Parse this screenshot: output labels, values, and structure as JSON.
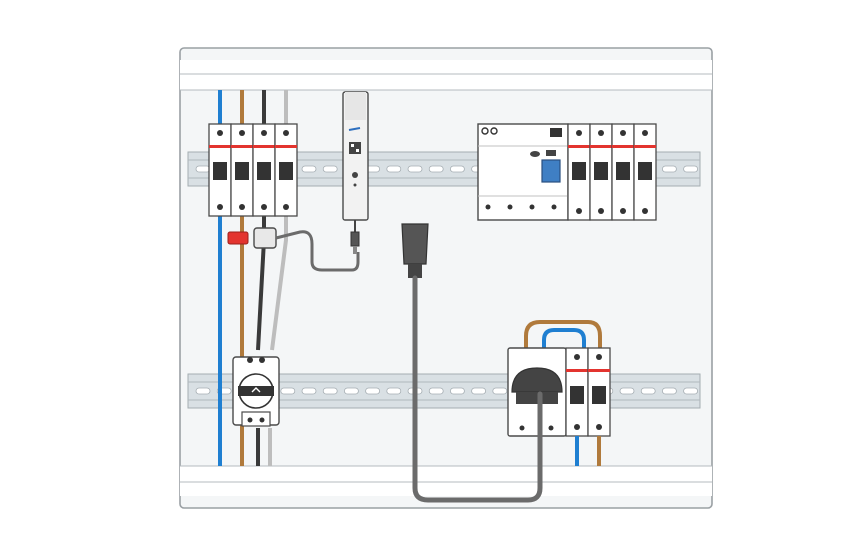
{
  "colors": {
    "enclosure_fill": "#f4f6f7",
    "enclosure_stroke": "#9aa0a4",
    "rail_fill": "#d9e0e4",
    "rail_slot": "#ffffff",
    "breaker_fill": "#ffffff",
    "breaker_stroke": "#4a4a4a",
    "trip_red": "#e3342f",
    "wire_blue": "#1f7fd1",
    "wire_brown": "#b07a3c",
    "wire_black": "#3a3a3a",
    "wire_grey": "#bdbdbd",
    "cable_dark_grey": "#6b6b6b",
    "test_button_blue": "#3f7fc4",
    "clamp_red": "#e3342f"
  },
  "components": {
    "enclosure": "distribution-board",
    "top_rail": "din-rail",
    "bottom_rail": "din-rail",
    "main_breaker": "4-pole-mcb",
    "energy_meter": "din-energy-monitor",
    "rcd_block": "rcbo-with-4-mcb",
    "isolator": "rotary-isolator-switch",
    "socket_breaker": "2-pole-mcb",
    "din_socket": "din-rail-socket",
    "power_plug": "iec-plug-cable",
    "sensor_jack": "3.5mm-jack",
    "ct_clamp": "current-clamp"
  }
}
